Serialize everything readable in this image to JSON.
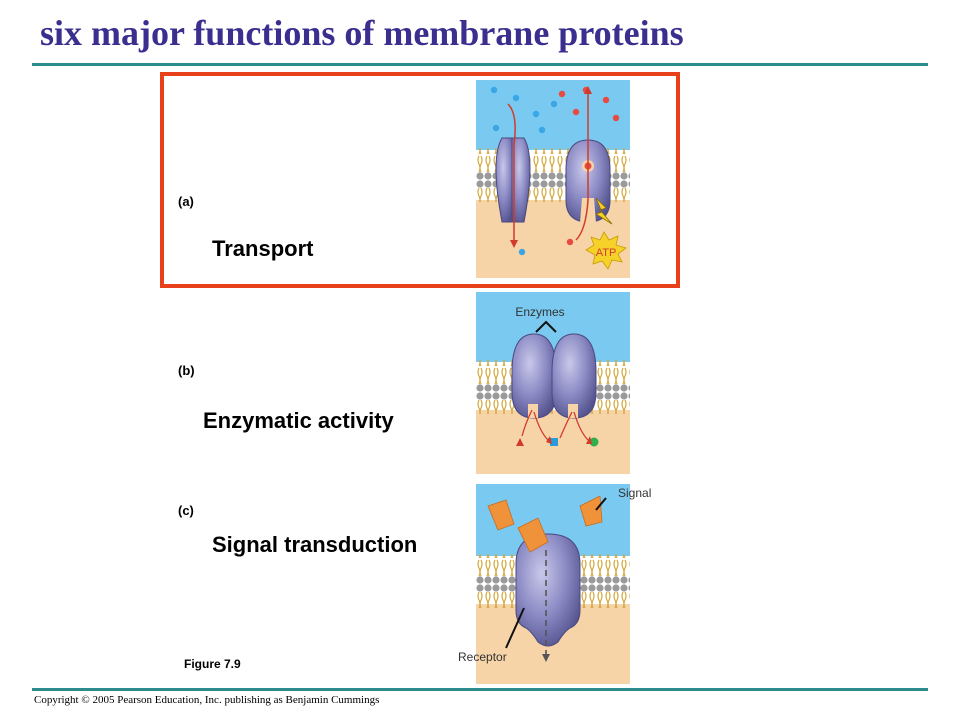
{
  "title": "six major functions of membrane proteins",
  "panels": [
    {
      "letter": "(a)",
      "title": "Transport",
      "atp_label": "ATP"
    },
    {
      "letter": "(b)",
      "title": "Enzymatic activity",
      "enzymes_label": "Enzymes"
    },
    {
      "letter": "(c)",
      "title": "Signal transduction",
      "signal_label": "Signal",
      "receptor_label": "Receptor"
    }
  ],
  "figure_label": "Figure 7.9",
  "copyright": "Copyright © 2005 Pearson Education, Inc. publishing as Benjamin Cummings",
  "colors": {
    "title": "#3a2f8f",
    "rule": "#2e8b8b",
    "highlight": "#e8401a",
    "extracellular": "#79c9f0",
    "cytoplasm": "#f6d4a8",
    "protein": "#8b8ac4",
    "signal": "#f0923a",
    "atp": "#f5d12a"
  }
}
